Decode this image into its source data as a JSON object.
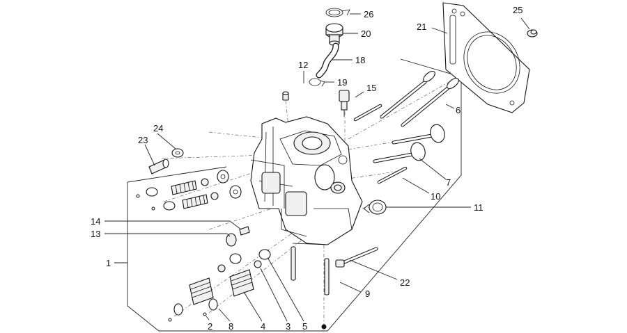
{
  "callouts": [
    {
      "id": "1",
      "text": "1"
    },
    {
      "id": "2",
      "text": "2"
    },
    {
      "id": "3",
      "text": "3"
    },
    {
      "id": "4",
      "text": "4"
    },
    {
      "id": "5",
      "text": "5"
    },
    {
      "id": "6",
      "text": "6"
    },
    {
      "id": "7",
      "text": "7"
    },
    {
      "id": "8",
      "text": "8"
    },
    {
      "id": "9",
      "text": "9"
    },
    {
      "id": "10",
      "text": "10"
    },
    {
      "id": "11",
      "text": "11"
    },
    {
      "id": "12",
      "text": "12"
    },
    {
      "id": "13",
      "text": "13"
    },
    {
      "id": "14",
      "text": "14"
    },
    {
      "id": "15",
      "text": "15"
    },
    {
      "id": "18",
      "text": "18"
    },
    {
      "id": "19",
      "text": "19"
    },
    {
      "id": "20",
      "text": "20"
    },
    {
      "id": "21",
      "text": "21"
    },
    {
      "id": "22",
      "text": "22"
    },
    {
      "id": "23",
      "text": "23"
    },
    {
      "id": "24",
      "text": "24"
    },
    {
      "id": "25",
      "text": "25"
    },
    {
      "id": "26",
      "text": "26"
    }
  ]
}
